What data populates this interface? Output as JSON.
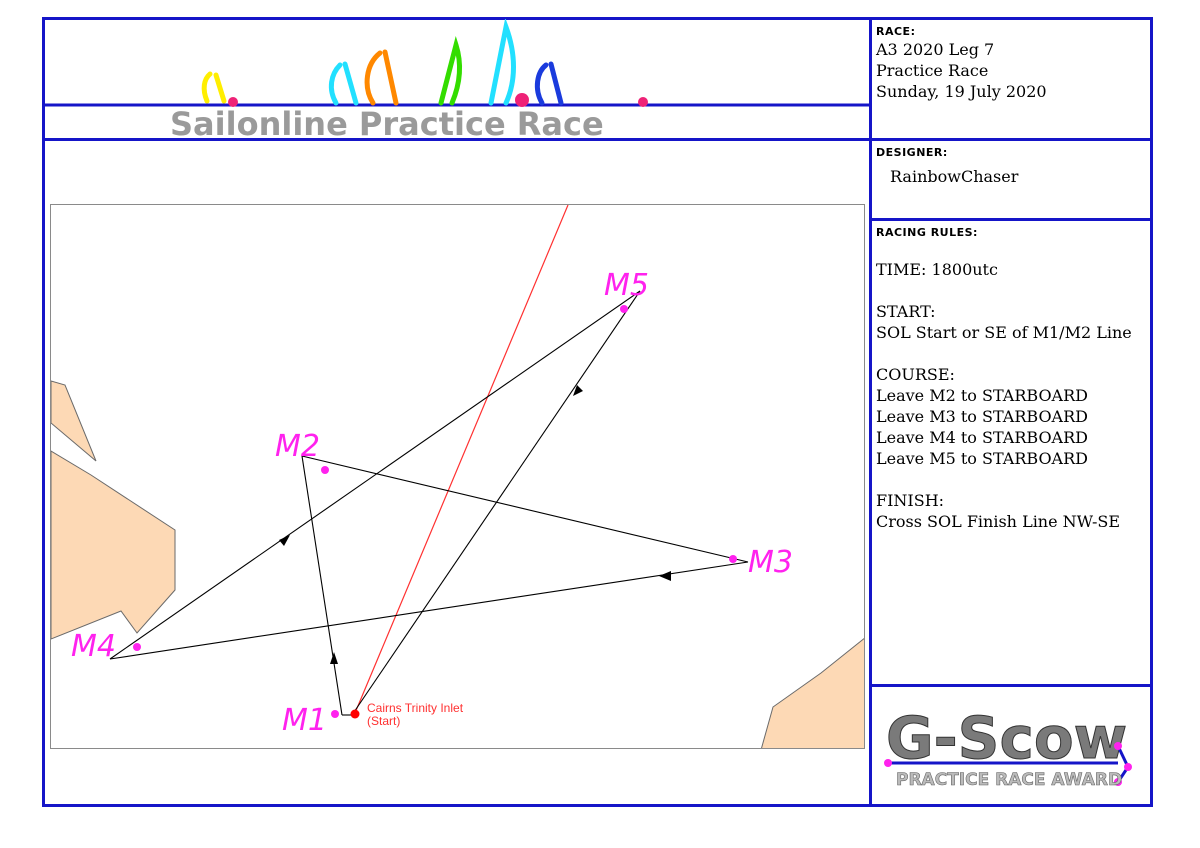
{
  "header": {
    "banner_title": "Sailonline Practice Race"
  },
  "race_box": {
    "label": "RACE:",
    "lines": [
      "A3 2020 Leg 7",
      "Practice Race",
      "Sunday, 19 July 2020"
    ]
  },
  "designer_box": {
    "label": "DESIGNER:",
    "name": "RainbowChaser"
  },
  "rules_box": {
    "label": "RACING RULES:",
    "time": "TIME: 1800utc",
    "start_heading": "START:",
    "start_text": "SOL Start or SE of M1/M2 Line",
    "course_heading": "COURSE:",
    "course_lines": [
      "Leave M2 to STARBOARD",
      "Leave M3 to STARBOARD",
      "Leave M4 to STARBOARD",
      "Leave M5 to STARBOARD"
    ],
    "finish_heading": "FINISH:",
    "finish_text": "Cross SOL Finish Line NW-SE"
  },
  "award": {
    "title": "G-Scow",
    "subtitle": "PRACTICE RACE AWARD"
  },
  "map": {
    "marks": {
      "m1": "M1",
      "m2": "M2",
      "m3": "M3",
      "m4": "M4",
      "m5": "M5"
    },
    "start_label_line1": "Cairns Trinity Inlet",
    "start_label_line2": "(Start)"
  },
  "colors": {
    "frame_blue": "#1515c8",
    "mark_magenta": "#ff22ee",
    "land": "#fdd9b5",
    "finish_line_red": "#ff3030",
    "course_line": "#000000"
  }
}
